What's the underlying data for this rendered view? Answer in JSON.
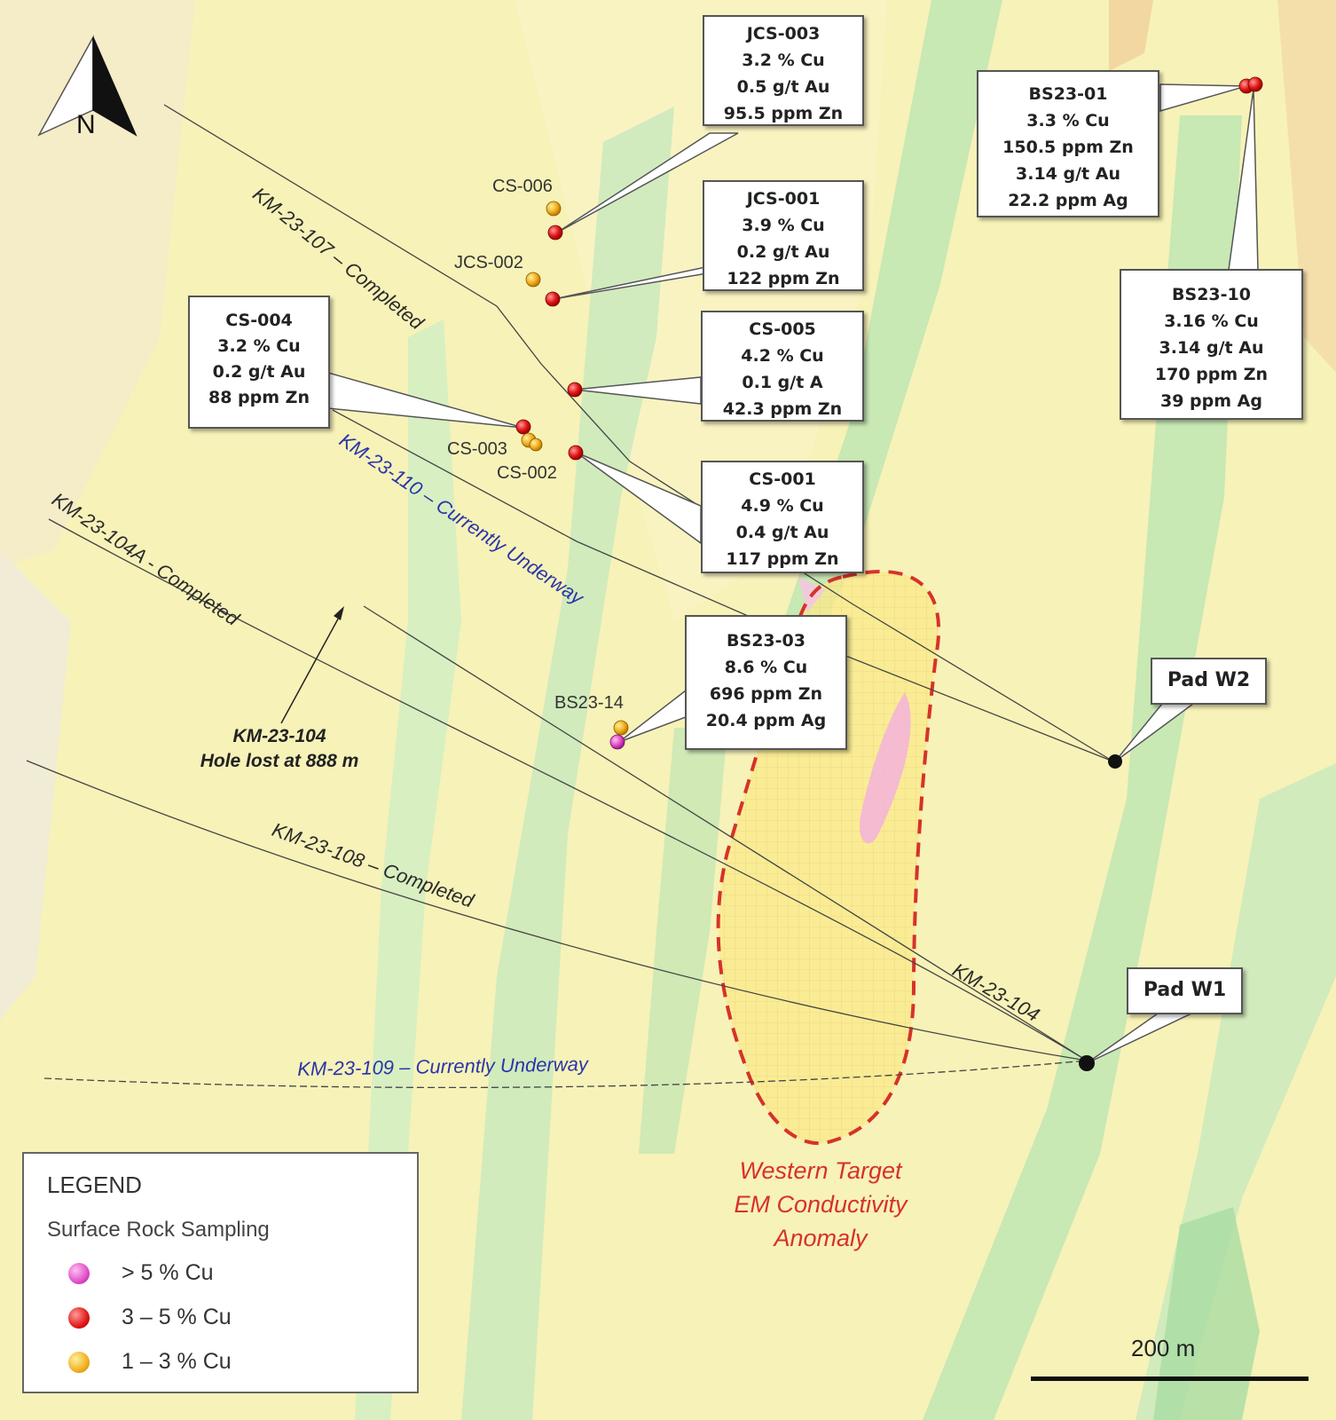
{
  "north": "N",
  "callouts": {
    "jcs003": [
      "JCS-003",
      "3.2 % Cu",
      "0.5 g/t Au",
      "95.5 ppm Zn"
    ],
    "jcs001": [
      "JCS-001",
      "3.9 % Cu",
      "0.2 g/t Au",
      "122 ppm Zn"
    ],
    "cs004": [
      "CS-004",
      "3.2 % Cu",
      "0.2 g/t Au",
      "88 ppm Zn"
    ],
    "cs005": [
      "CS-005",
      "4.2 % Cu",
      "0.1 g/t A",
      "42.3 ppm Zn"
    ],
    "cs001": [
      "CS-001",
      "4.9 % Cu",
      "0.4 g/t Au",
      "117 ppm Zn"
    ],
    "bs2301": [
      "BS23-01",
      "3.3 % Cu",
      "150.5 ppm Zn",
      "3.14 g/t Au",
      "22.2 ppm Ag"
    ],
    "bs2310": [
      "BS23-10",
      "3.16 % Cu",
      "3.14 g/t Au",
      "170 ppm Zn",
      "39 ppm Ag"
    ],
    "bs2303": [
      "BS23-03",
      "8.6 % Cu",
      "696 ppm Zn",
      "20.4 ppm Ag"
    ]
  },
  "sample_labels": {
    "cs006": "CS-006",
    "jcs002": "JCS-002",
    "cs003": "CS-003",
    "cs002": "CS-002",
    "bs2314": "BS23-14"
  },
  "pads": {
    "w2": "Pad W2",
    "w1": "Pad W1"
  },
  "drillholes": {
    "km107": "KM-23-107 – Completed",
    "km110": "KM-23-110 – Currently Underway",
    "km104a": "KM-23-104A - Completed",
    "km108": "KM-23-108 – Completed",
    "km104": "KM-23-104",
    "km109": "KM-23-109 – Currently Underway"
  },
  "lost_hole": {
    "line1": "KM-23-104",
    "line2": "Hole lost at 888 m"
  },
  "target": {
    "line1": "Western Target",
    "line2": "EM Conductivity",
    "line3": "Anomaly"
  },
  "legend": {
    "title": "LEGEND",
    "subtitle": "Surface Rock Sampling",
    "items": [
      {
        "label": "> 5 % Cu",
        "color": "#e04fc8"
      },
      {
        "label": "3 – 5 % Cu",
        "color": "#e01818"
      },
      {
        "label": "1 – 3 % Cu",
        "color": "#f0b020"
      }
    ]
  },
  "scale": "200 m",
  "colors": {
    "map_bg": "#f7f2b8",
    "green_unit": "#bfe6b3",
    "target_outline": "#d6322a",
    "blue_label": "#2a35a8"
  }
}
